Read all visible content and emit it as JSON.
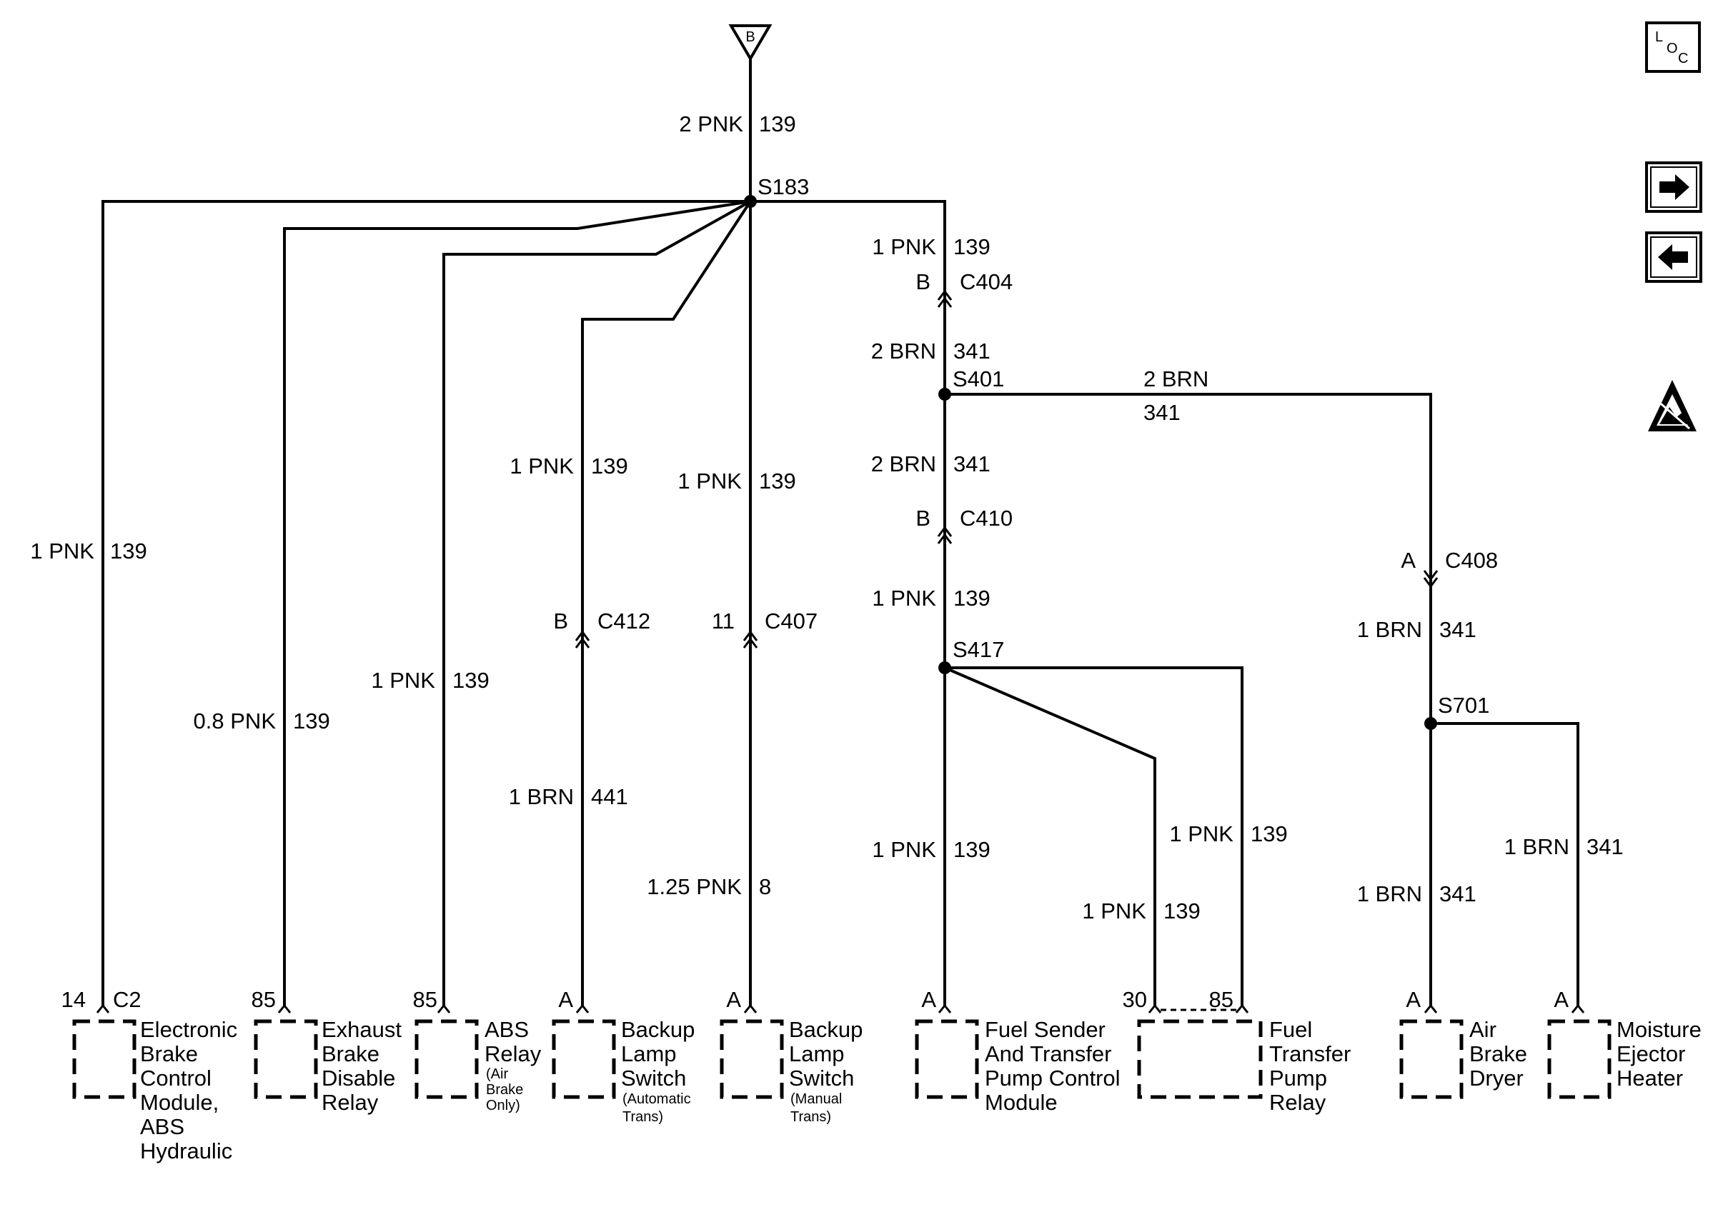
{
  "diagram": {
    "power_source": {
      "label": "B"
    },
    "main_wire": {
      "gauge_color": "2 PNK",
      "circuit": "139"
    },
    "splices": {
      "s183": "S183",
      "s401": "S401",
      "s417": "S417",
      "s701": "S701"
    },
    "wires": {
      "ebcm": {
        "gauge_color": "1 PNK",
        "circuit": "139"
      },
      "exhaust": {
        "gauge_color": "0.8 PNK",
        "circuit": "139"
      },
      "abs": {
        "gauge_color": "1 PNK",
        "circuit": "139"
      },
      "backup_auto_upper": {
        "gauge_color": "1 PNK",
        "circuit": "139"
      },
      "backup_auto_lower": {
        "gauge_color": "1 BRN",
        "circuit": "441"
      },
      "backup_man_upper": {
        "gauge_color": "1 PNK",
        "circuit": "139"
      },
      "backup_man_lower": {
        "gauge_color": "1.25 PNK",
        "circuit": "8"
      },
      "right_top": {
        "gauge_color": "1 PNK",
        "circuit": "139"
      },
      "s401_in": {
        "gauge_color": "2 BRN",
        "circuit": "341"
      },
      "s401_branch": {
        "gauge_color": "2 BRN",
        "circuit": "341"
      },
      "s401_down": {
        "gauge_color": "2 BRN",
        "circuit": "341"
      },
      "c410_down": {
        "gauge_color": "1 PNK",
        "circuit": "139"
      },
      "fuel_sender": {
        "gauge_color": "1 PNK",
        "circuit": "139"
      },
      "fuel_relay_30": {
        "gauge_color": "1 PNK",
        "circuit": "139"
      },
      "fuel_relay_85": {
        "gauge_color": "1 PNK",
        "circuit": "139"
      },
      "c408_down": {
        "gauge_color": "1 BRN",
        "circuit": "341"
      },
      "air_dryer": {
        "gauge_color": "1 BRN",
        "circuit": "341"
      },
      "moisture": {
        "gauge_color": "1 BRN",
        "circuit": "341"
      }
    },
    "connectors": {
      "c404": {
        "name": "C404",
        "pin": "B"
      },
      "c410": {
        "name": "C410",
        "pin": "B"
      },
      "c412": {
        "name": "C412",
        "pin": "B"
      },
      "c407": {
        "name": "C407",
        "pin": "11"
      },
      "c408": {
        "name": "C408",
        "pin": "A"
      }
    },
    "components": {
      "ebcm": {
        "pin": "14",
        "connector": "C2",
        "lines": [
          "Electronic",
          "Brake",
          "Control",
          "Module,",
          "ABS",
          "Hydraulic"
        ]
      },
      "exhaust": {
        "pin": "85",
        "lines": [
          "Exhaust",
          "Brake",
          "Disable",
          "Relay"
        ]
      },
      "abs_relay": {
        "pin": "85",
        "lines": [
          "ABS",
          "Relay"
        ],
        "note": [
          "(Air",
          "Brake",
          "Only)"
        ]
      },
      "backup_auto": {
        "pin": "A",
        "lines": [
          "Backup",
          "Lamp",
          "Switch"
        ],
        "note": [
          "(Automatic",
          "Trans)"
        ]
      },
      "backup_manual": {
        "pin": "A",
        "lines": [
          "Backup",
          "Lamp",
          "Switch"
        ],
        "note": [
          "(Manual",
          "Trans)"
        ]
      },
      "fuel_sender": {
        "pin": "A",
        "lines": [
          "Fuel Sender",
          "And Transfer",
          "Pump Control",
          "Module"
        ]
      },
      "fuel_relay": {
        "pin_left": "30",
        "pin_right": "85",
        "lines": [
          "Fuel",
          "Transfer",
          "Pump",
          "Relay"
        ]
      },
      "air_dryer": {
        "pin": "A",
        "lines": [
          "Air",
          "Brake",
          "Dryer"
        ]
      },
      "moisture": {
        "pin": "A",
        "lines": [
          "Moisture",
          "Ejector",
          "Heater"
        ]
      }
    }
  },
  "sidebar": {
    "loc": {
      "l": "L",
      "o": "O",
      "c": "C"
    },
    "icons": [
      "loc-icon",
      "next-arrow-icon",
      "prev-arrow-icon",
      "esd-warning-icon"
    ]
  }
}
